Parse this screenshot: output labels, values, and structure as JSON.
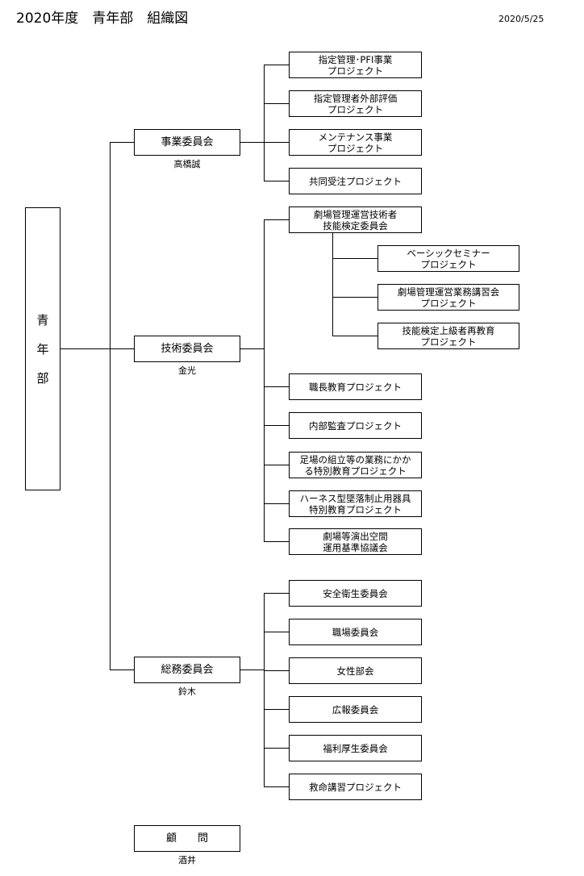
{
  "header": {
    "title": "2020年度　青年部　組織図",
    "date": "2020/5/25"
  },
  "root": {
    "chars": [
      "青",
      "年",
      "部"
    ]
  },
  "committees": {
    "business": {
      "name": "事業委員会",
      "person": "高橋誠"
    },
    "technical": {
      "name": "技術委員会",
      "person": "金光"
    },
    "general": {
      "name": "総務委員会",
      "person": "鈴木"
    },
    "advisor": {
      "name": "顧　　問",
      "person": "酒井"
    }
  },
  "business_items": [
    "指定管理･PFI事業\nプロジェクト",
    "指定管理者外部評価\nプロジェクト",
    "メンテナンス事業\nプロジェクト",
    "共同受注プロジェクト"
  ],
  "technical_sub": {
    "name": "劇場管理運営技術者\n技能検定委員会",
    "items": [
      "ベーシックセミナー\nプロジェクト",
      "劇場管理運営業務講習会\nプロジェクト",
      "技能検定上級者再教育\nプロジェクト"
    ]
  },
  "technical_items": [
    "職長教育プロジェクト",
    "内部監査プロジェクト",
    "足場の組立等の業務にかか\nる特別教育プロジェクト",
    "ハーネス型墜落制止用器具\n特別教育プロジェクト",
    "劇場等演出空間\n運用基準協議会"
  ],
  "general_items": [
    "安全衛生委員会",
    "職場委員会",
    "女性部会",
    "広報委員会",
    "福利厚生委員会",
    "救命講習プロジェクト"
  ]
}
